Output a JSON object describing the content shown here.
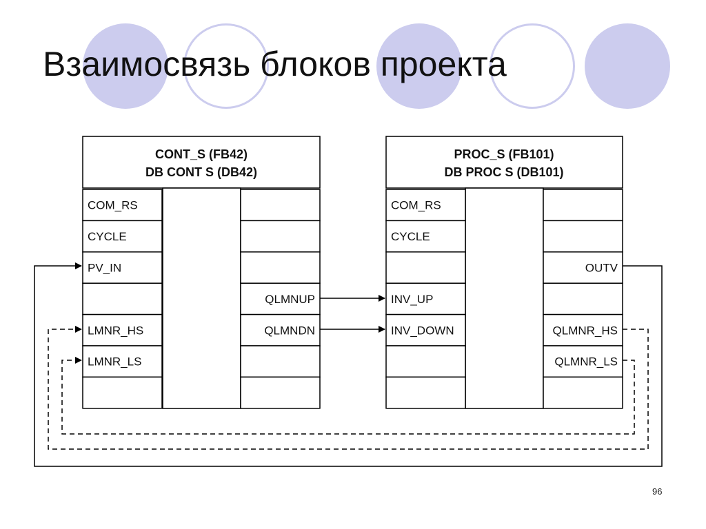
{
  "title": "Взаимосвязь блоков проекта",
  "page_number": "96",
  "colors": {
    "circle_fill": "#ccccee",
    "line": "#000000"
  },
  "blocks": {
    "cont": {
      "header_line1": "CONT_S (FB42)",
      "header_line2": "DB  CONT  S (DB42)",
      "inputs": [
        "COM_RS",
        "CYCLE",
        "PV_IN",
        "",
        "LMNR_HS",
        "LMNR_LS",
        ""
      ],
      "outputs": [
        "",
        "",
        "",
        "QLMNUP",
        "QLMNDN",
        "",
        ""
      ]
    },
    "proc": {
      "header_line1": "PROC_S (FB101)",
      "header_line2": "DB  PROC  S (DB101)",
      "inputs": [
        "COM_RS",
        "CYCLE",
        "",
        "INV_UP",
        "INV_DOWN",
        "",
        ""
      ],
      "outputs": [
        "",
        "",
        "OUTV",
        "",
        "QLMNR_HS",
        "QLMNR_LS",
        ""
      ]
    }
  }
}
